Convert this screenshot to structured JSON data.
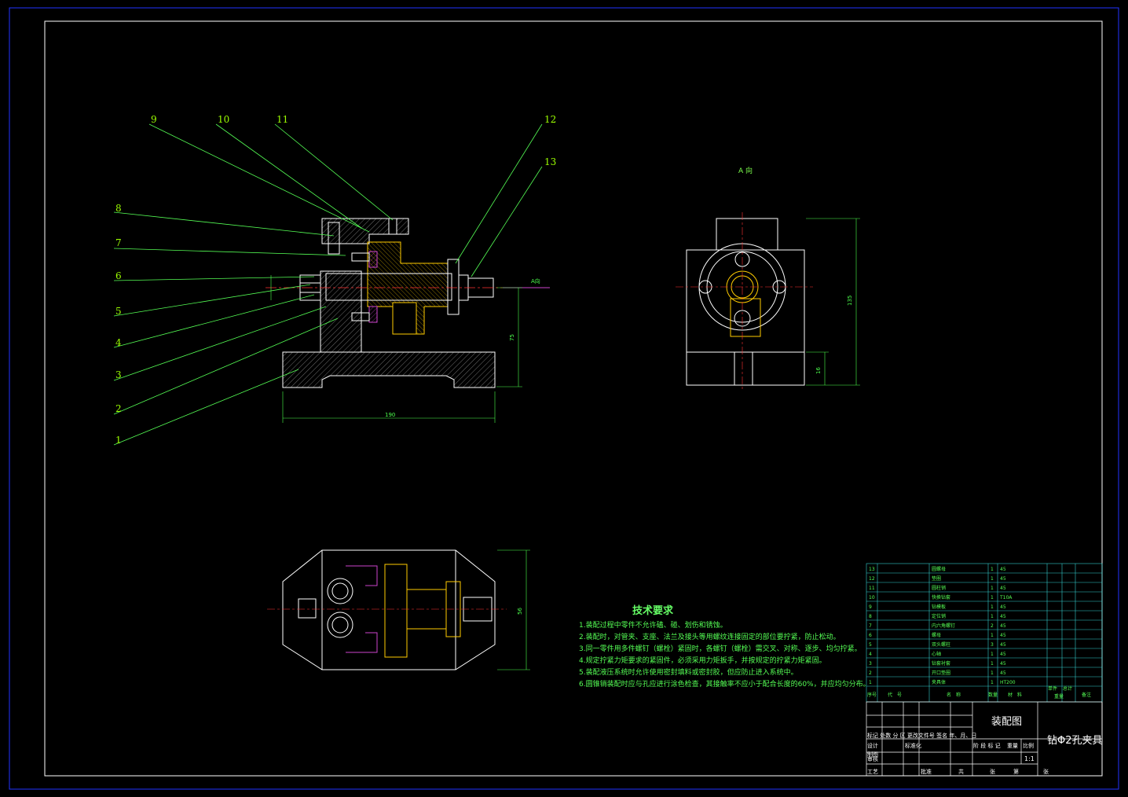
{
  "balloons": [
    "9",
    "10",
    "11",
    "12",
    "13",
    "8",
    "7",
    "6",
    "5",
    "4",
    "3",
    "2",
    "1"
  ],
  "view_label": "A 向",
  "arrow_label": "A向",
  "dimensions": {
    "width_main": "190",
    "height_main": "75",
    "height_side": "135",
    "small_side": "16",
    "height_top": "56"
  },
  "tech_title": "技术要求",
  "tech_items": [
    "1.装配过程中零件不允许磕、碰、划伤和锈蚀。",
    "2.装配时，对管夹、支座、法兰及接头等用螺纹连接固定的部位要拧紧，防止松动。",
    "3.同一零件用多件螺钉（螺栓）紧固时，各螺钉（螺栓）需交叉、对称、逐步、均匀拧紧。",
    "4.规定拧紧力矩要求的紧固件，必须采用力矩扳手，并按规定的拧紧力矩紧固。",
    "5.装配液压系统时允许使用密封填料或密封胶，但应防止进入系统中。",
    "6.圆锥销装配时应与孔应进行涂色检查，其接触率不应小于配合长度的60%，并应均匀分布。"
  ],
  "bom": {
    "rows": [
      {
        "no": "13",
        "name": "圆螺母",
        "qty": "1",
        "mat": "45"
      },
      {
        "no": "12",
        "name": "垫圈",
        "qty": "1",
        "mat": "45"
      },
      {
        "no": "11",
        "name": "圆柱销",
        "qty": "1",
        "mat": "45"
      },
      {
        "no": "10",
        "name": "快换钻套",
        "qty": "1",
        "mat": "T10A"
      },
      {
        "no": "9",
        "name": "钻模板",
        "qty": "1",
        "mat": "45"
      },
      {
        "no": "8",
        "name": "定位销",
        "qty": "1",
        "mat": "45"
      },
      {
        "no": "7",
        "name": "内六角螺钉",
        "qty": "2",
        "mat": "45"
      },
      {
        "no": "6",
        "name": "螺母",
        "qty": "1",
        "mat": "45"
      },
      {
        "no": "5",
        "name": "双头螺柱",
        "qty": "3",
        "mat": "45"
      },
      {
        "no": "4",
        "name": "心轴",
        "qty": "1",
        "mat": "45"
      },
      {
        "no": "3",
        "name": "钻套衬套",
        "qty": "1",
        "mat": "45"
      },
      {
        "no": "2",
        "name": "开口垫圈",
        "qty": "1",
        "mat": "45"
      },
      {
        "no": "1",
        "name": "夹具体",
        "qty": "1",
        "mat": "HT200"
      }
    ],
    "header": {
      "no": "序号",
      "code": "代　号",
      "name": "名　称",
      "qty": "数量",
      "mat": "材　料",
      "single": "单件",
      "total": "总计",
      "weight": "重量",
      "note": "备注"
    }
  },
  "title_block": {
    "drawing_type": "装配图",
    "drawing_name": "钻Φ2孔夹具",
    "scale": "1:1",
    "scale_label": "比例",
    "stage_label": "阶 段 标 记",
    "weight_label": "重量",
    "mark_row": "标记 处数 分 区 更改文件号 签名 年、月、日",
    "design": "设计",
    "standard": "标准化",
    "check": "审核",
    "drafting": "制图",
    "process": "工艺",
    "approve": "批准",
    "total_label": "共",
    "sheet_label": "张",
    "no_label": "第",
    "sheet_label2": "张"
  }
}
